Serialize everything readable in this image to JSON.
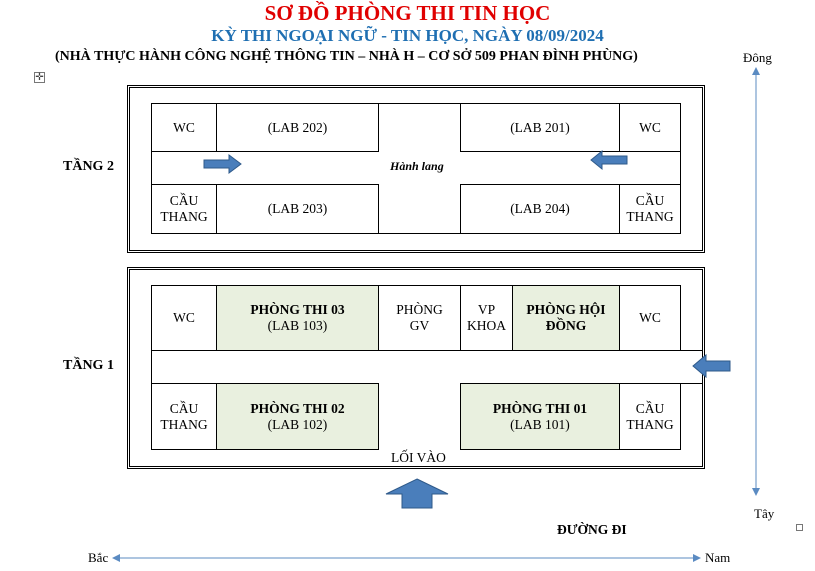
{
  "title": {
    "line1": "SƠ ĐỒ PHÒNG THI TIN HỌC",
    "line2": "KỲ THI NGOẠI NGỮ - TIN HỌC, NGÀY 08/09/2024",
    "line3": "(NHÀ THỰC HÀNH CÔNG NGHỆ THÔNG TIN – NHÀ H – CƠ SỞ 509 PHAN ĐÌNH PHÙNG)"
  },
  "compass": {
    "east": "Đông",
    "west": "Tây",
    "north": "Bắc",
    "south": "Nam"
  },
  "floor2": {
    "label": "TẦNG 2",
    "corridor": "Hành lang",
    "rooms": {
      "wc_left": "WC",
      "lab202": "(LAB 202)",
      "lab201": "(LAB 201)",
      "wc_right": "WC",
      "stairs_left": "CẦU THANG",
      "lab203": "(LAB 203)",
      "lab204": "(LAB 204)",
      "stairs_right": "CẦU THANG"
    }
  },
  "floor1": {
    "label": "TẦNG 1",
    "entrance": "LỐI VÀO",
    "rooms": {
      "wc_left": "WC",
      "exam03_name": "PHÒNG THI 03",
      "exam03_lab": "(LAB 103)",
      "teacher_room": "PHÒNG GV",
      "faculty_office": "VP KHOA",
      "council_room": "PHÒNG HỘI ĐỒNG",
      "wc_right": "WC",
      "stairs_left": "CẦU THANG",
      "exam02_name": "PHÒNG THI 02",
      "exam02_lab": "(LAB 102)",
      "exam01_name": "PHÒNG THI 01",
      "exam01_lab": "(LAB 101)",
      "stairs_right": "CẦU THANG"
    }
  },
  "road": "ĐƯỜNG ĐI",
  "colors": {
    "title_red": "#e00000",
    "title_blue": "#1f6fb2",
    "exam_room_fill": "#e9f0df",
    "arrow_fill": "#4a7ebb",
    "arrow_stroke": "#2f5a8a"
  }
}
